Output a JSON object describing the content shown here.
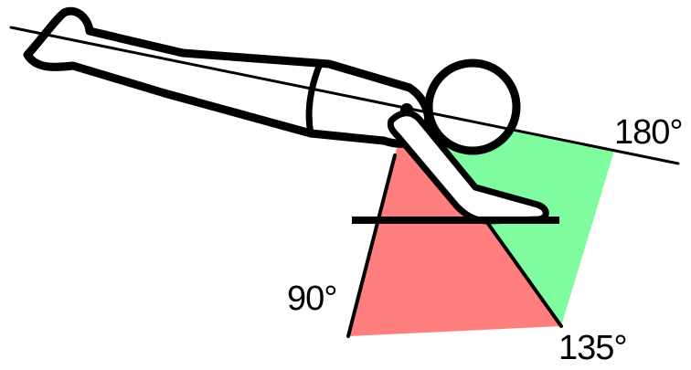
{
  "diagram": {
    "labels": {
      "angle_180": "180°",
      "angle_90": "90°",
      "angle_135": "135°"
    },
    "colors": {
      "zone_90_to_135": "#ff7f7f",
      "zone_135_to_180": "#7ffc9f",
      "outline": "#000000",
      "background": "#ffffff"
    }
  }
}
